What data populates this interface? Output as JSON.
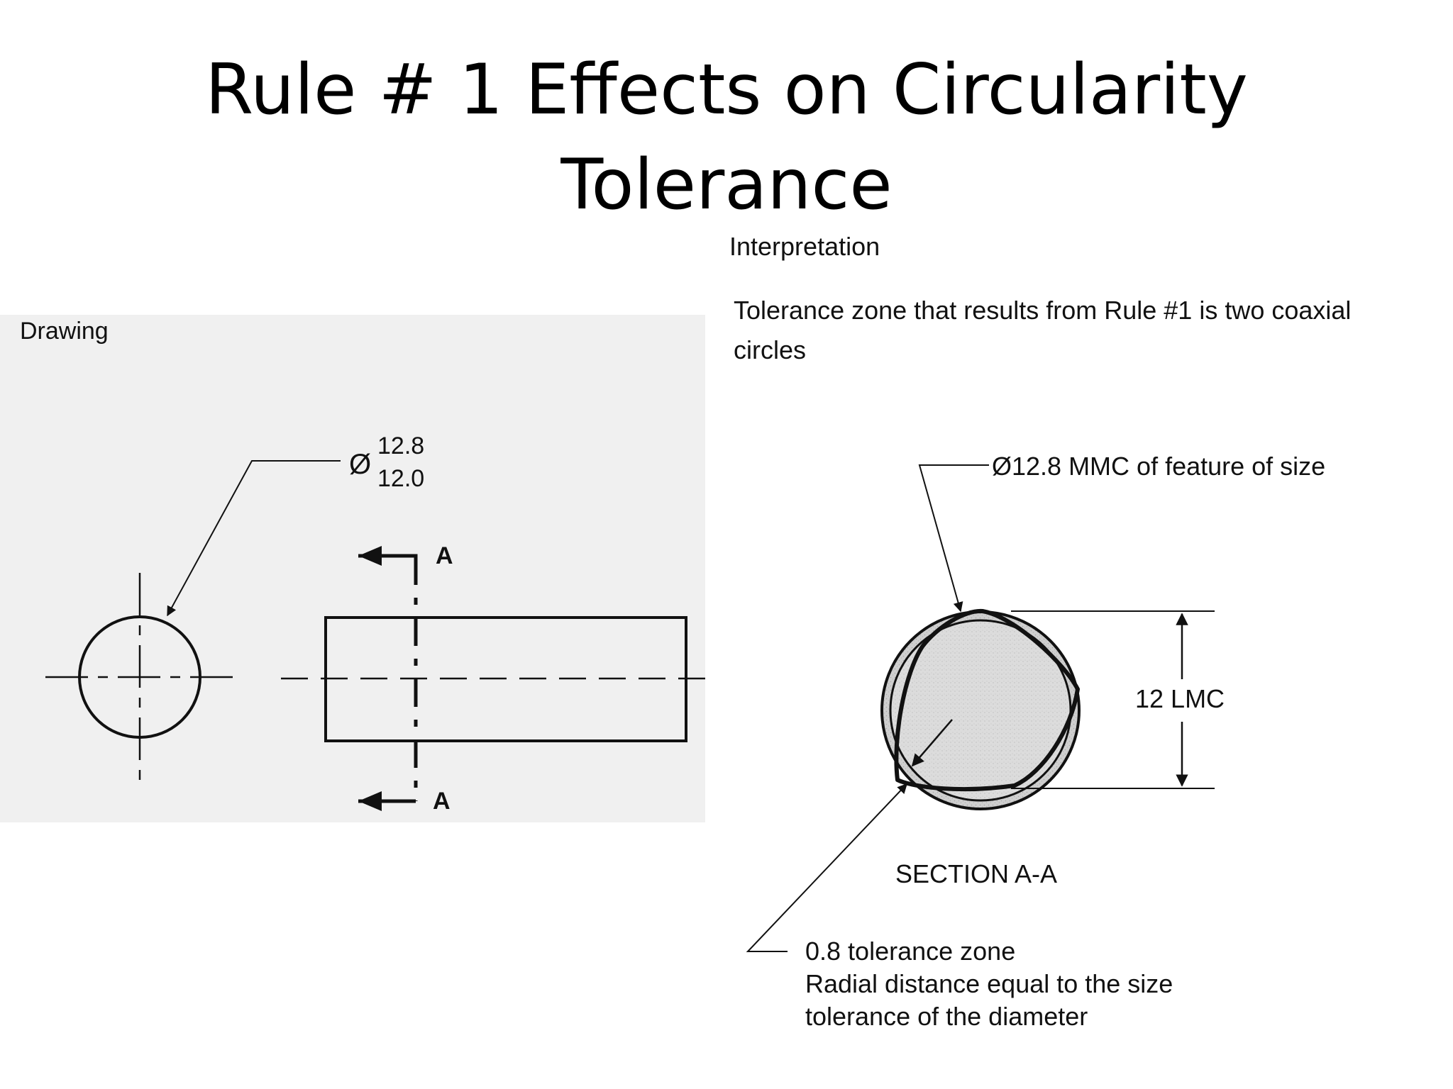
{
  "title": {
    "line1": "Rule # 1 Effects on Circularity",
    "line2": "Tolerance"
  },
  "drawing": {
    "label": "Drawing",
    "dim_symbol": "Ø",
    "dim_upper": "12.8",
    "dim_lower": "12.0",
    "section_top": "A",
    "section_bottom": "A"
  },
  "interpretation": {
    "heading": "Interpretation",
    "description_line1": "Tolerance zone that results from Rule #1 is two coaxial",
    "description_line2": "circles",
    "mmc_label": "Ø12.8 MMC of feature of size",
    "lmc_label": "12 LMC",
    "section_label": "SECTION A-A",
    "zone_line1": "0.8 tolerance zone",
    "zone_line2": "Radial distance equal to the size",
    "zone_line3": "tolerance of the diameter"
  },
  "colors": {
    "panel_background": "#f0f0f0",
    "zone_fill": "#c8c8c8",
    "inner_fill": "#d8d8d8",
    "ink": "#111111"
  }
}
